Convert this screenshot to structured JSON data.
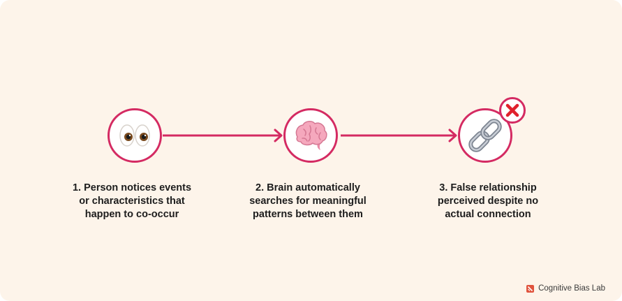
{
  "steps": [
    {
      "label": "1. Person notices events\nor characteristics that\nhappen to co-occur",
      "icon": "eyes-icon"
    },
    {
      "label": "2. Brain automatically\nsearches for meaningful\npatterns between them",
      "icon": "brain-icon"
    },
    {
      "label": "3. False relationship\nperceived despite no\nactual connection",
      "icon": "chain-link-icon"
    }
  ],
  "badge_icon": "cross-mark-icon",
  "footer": {
    "brand": "Cognitive Bias Lab",
    "icon": "no-entry-icon"
  },
  "colors": {
    "accent": "#d42a62",
    "background": "#fdf4ea",
    "text": "#1d1d1d"
  }
}
